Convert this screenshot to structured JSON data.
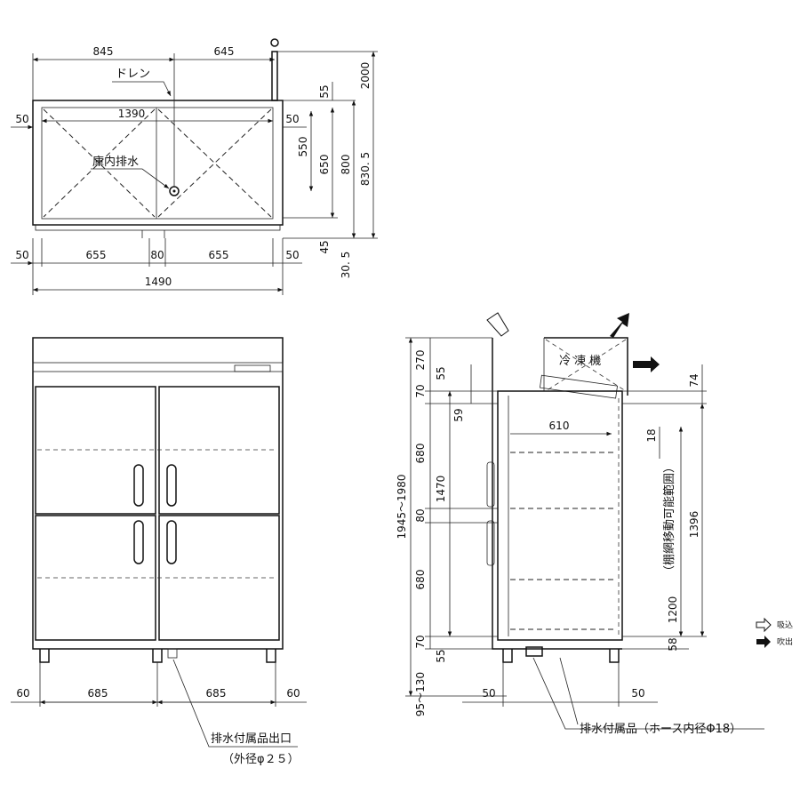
{
  "top_view": {
    "dims": {
      "top_left": "845",
      "top_right": "645",
      "height_total": "2000",
      "drain_top": "55",
      "inner_width": "1390",
      "side_left": "50",
      "side_right": "50",
      "d550": "550",
      "d650": "650",
      "d800": "800",
      "d830": "830. 5",
      "bottom_left": "50",
      "bottom_mid1": "655",
      "gap": "80",
      "bottom_mid2": "655",
      "bottom_right": "50",
      "overall": "1490",
      "d45": "45",
      "d30": "30. 5"
    },
    "labels": {
      "drain": "ドレン",
      "inner_drain": "庫内排水"
    }
  },
  "front_view": {
    "dims": {
      "left": "60",
      "mid1": "685",
      "mid2": "685",
      "right": "60"
    },
    "labels": {
      "outlet": "排水付属品出口",
      "outlet_dia": "（外径φ２５）"
    }
  },
  "side_view": {
    "dims": {
      "v270": "270",
      "v70a": "70",
      "v55a": "55",
      "v59": "59",
      "v680a": "680",
      "v1470": "1470",
      "v1945": "1945～1980",
      "v80": "80",
      "v680b": "680",
      "v70b": "70",
      "v55b": "55",
      "v95": "95～130",
      "h610": "610",
      "v74": "74",
      "v18": "18",
      "v1396": "1396",
      "v1200": "1200",
      "v58": "58",
      "bl50": "50",
      "br50": "50"
    },
    "labels": {
      "unit": "冷 凍 機",
      "shelf_range": "（棚網移動可能範囲）",
      "hose": "排水付属品（ホース内径Φ18）"
    }
  },
  "legend": {
    "intake": "吸込",
    "exhaust": "吹出"
  }
}
